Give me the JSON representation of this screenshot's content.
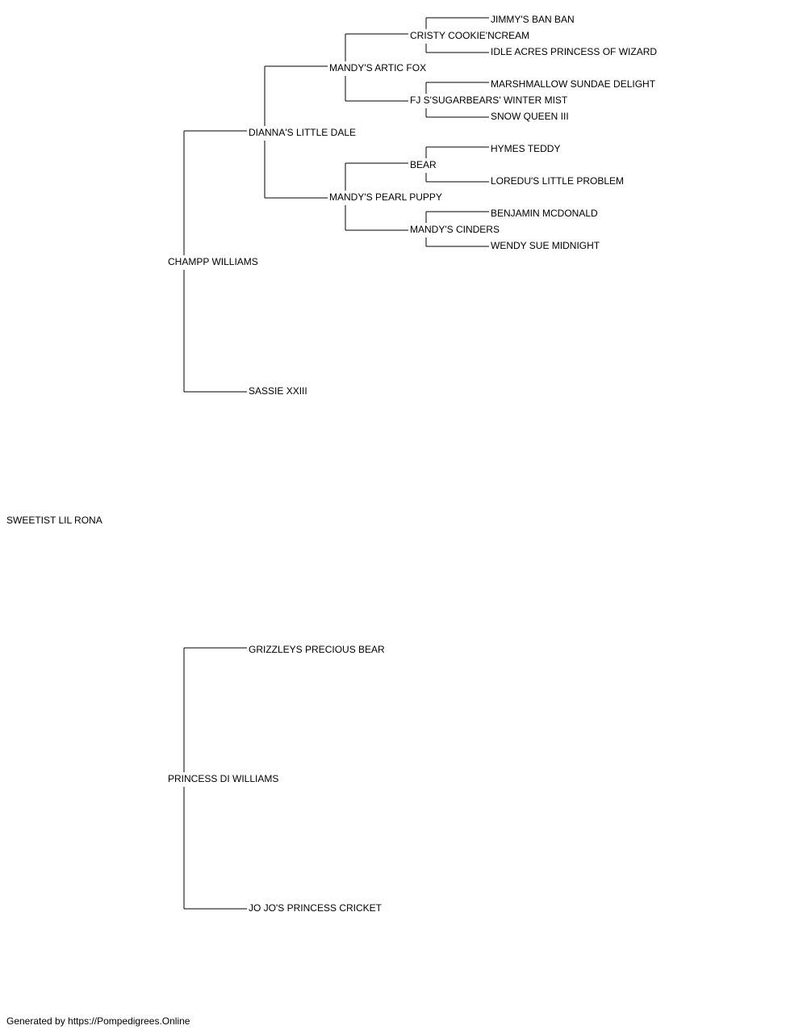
{
  "pedigree": {
    "subject": "SWEETIST LIL RONA",
    "sire": {
      "name": "CHAMPP WILLIAMS",
      "sire": {
        "name": "DIANNA'S LITTLE DALE",
        "sire": {
          "name": "MANDY'S ARTIC FOX",
          "sire": {
            "name": "CRISTY COOKIE'NCREAM",
            "sire": "JIMMY'S BAN BAN",
            "dam": "IDLE ACRES PRINCESS OF WIZARD"
          },
          "dam": {
            "name": "FJ S'SUGARBEARS' WINTER MIST",
            "sire": "MARSHMALLOW SUNDAE DELIGHT",
            "dam": "SNOW QUEEN III"
          }
        },
        "dam": {
          "name": "MANDY'S PEARL PUPPY",
          "sire": {
            "name": "BEAR",
            "sire": "HYMES TEDDY",
            "dam": "LOREDU'S LITTLE PROBLEM"
          },
          "dam": {
            "name": "MANDY'S CINDERS",
            "sire": "BENJAMIN MCDONALD",
            "dam": "WENDY SUE MIDNIGHT"
          }
        }
      },
      "dam": {
        "name": "SASSIE XXIII"
      }
    },
    "dam": {
      "name": "PRINCESS DI WILLIAMS",
      "sire": {
        "name": "GRIZZLEYS PRECIOUS BEAR"
      },
      "dam": {
        "name": "JO JO'S PRINCESS CRICKET"
      }
    }
  },
  "footer": "Generated by https://Pompedigrees.Online"
}
